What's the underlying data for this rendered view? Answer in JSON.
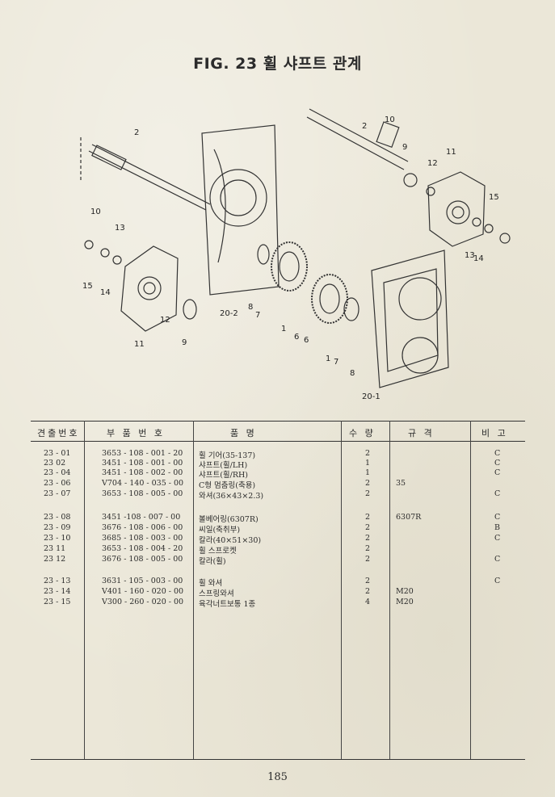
{
  "page": {
    "title": "FIG. 23 휠 샤프트 관계",
    "page_number": "185"
  },
  "diagram": {
    "callouts": [
      "1",
      "2",
      "6",
      "7",
      "8",
      "9",
      "10",
      "11",
      "12",
      "13",
      "14",
      "15",
      "20-1",
      "20-2"
    ]
  },
  "table": {
    "headers": {
      "no": "견출번호",
      "part": "부 품 번 호",
      "name": "품          명",
      "qty": "수 량",
      "spec": "규   격",
      "note": "비 고"
    },
    "rows": [
      {
        "no": "23 - 01",
        "part": "3653 - 108 - 001 - 20",
        "name": "휠 기어(35-137)",
        "qty": "2",
        "spec": "",
        "note": "C"
      },
      {
        "no": "23   02",
        "part": "3451 - 108 - 001 - 00",
        "name": "샤프트(휠/LH)",
        "qty": "1",
        "spec": "",
        "note": "C"
      },
      {
        "no": "23 - 04",
        "part": "3451 - 108 - 002 - 00",
        "name": "샤프트(휠/RH)",
        "qty": "1",
        "spec": "",
        "note": "C"
      },
      {
        "no": "23 - 06",
        "part": "V704 - 140 - 035 - 00",
        "name": "C형 멈춤링(축용)",
        "qty": "2",
        "spec": "35",
        "note": ""
      },
      {
        "no": "23 - 07",
        "part": "3653 - 108 - 005 - 00",
        "name": "와셔(36×43×2.3)",
        "qty": "2",
        "spec": "",
        "note": "C"
      },
      {
        "no": "23 - 08",
        "part": "3451 -108 - 007 - 00",
        "name": "볼베어링(6307R)",
        "qty": "2",
        "spec": "6307R",
        "note": "C"
      },
      {
        "no": "23 - 09",
        "part": "3676 - 108 - 006 - 00",
        "name": "씨일(축취부)",
        "qty": "2",
        "spec": "",
        "note": "B"
      },
      {
        "no": "23 - 10",
        "part": "3685 - 108 - 003 - 00",
        "name": "칼라(40×51×30)",
        "qty": "2",
        "spec": "",
        "note": "C"
      },
      {
        "no": "23   11",
        "part": "3653 - 108 - 004 - 20",
        "name": "휠 스프로켓",
        "qty": "2",
        "spec": "",
        "note": ""
      },
      {
        "no": "23   12",
        "part": "3676 - 108 - 005 - 00",
        "name": "칼라(휠)",
        "qty": "2",
        "spec": "",
        "note": "C"
      },
      {
        "no": "23 - 13",
        "part": "3631 - 105 - 003 - 00",
        "name": "휠 와셔",
        "qty": "2",
        "spec": "",
        "note": "C"
      },
      {
        "no": "23 - 14",
        "part": "V401 - 160 - 020 - 00",
        "name": "스프링와셔",
        "qty": "2",
        "spec": "M20",
        "note": ""
      },
      {
        "no": "23 - 15",
        "part": "V300 - 260 - 020 - 00",
        "name": "육각너트보통 1종",
        "qty": "4",
        "spec": "M20",
        "note": ""
      }
    ]
  }
}
